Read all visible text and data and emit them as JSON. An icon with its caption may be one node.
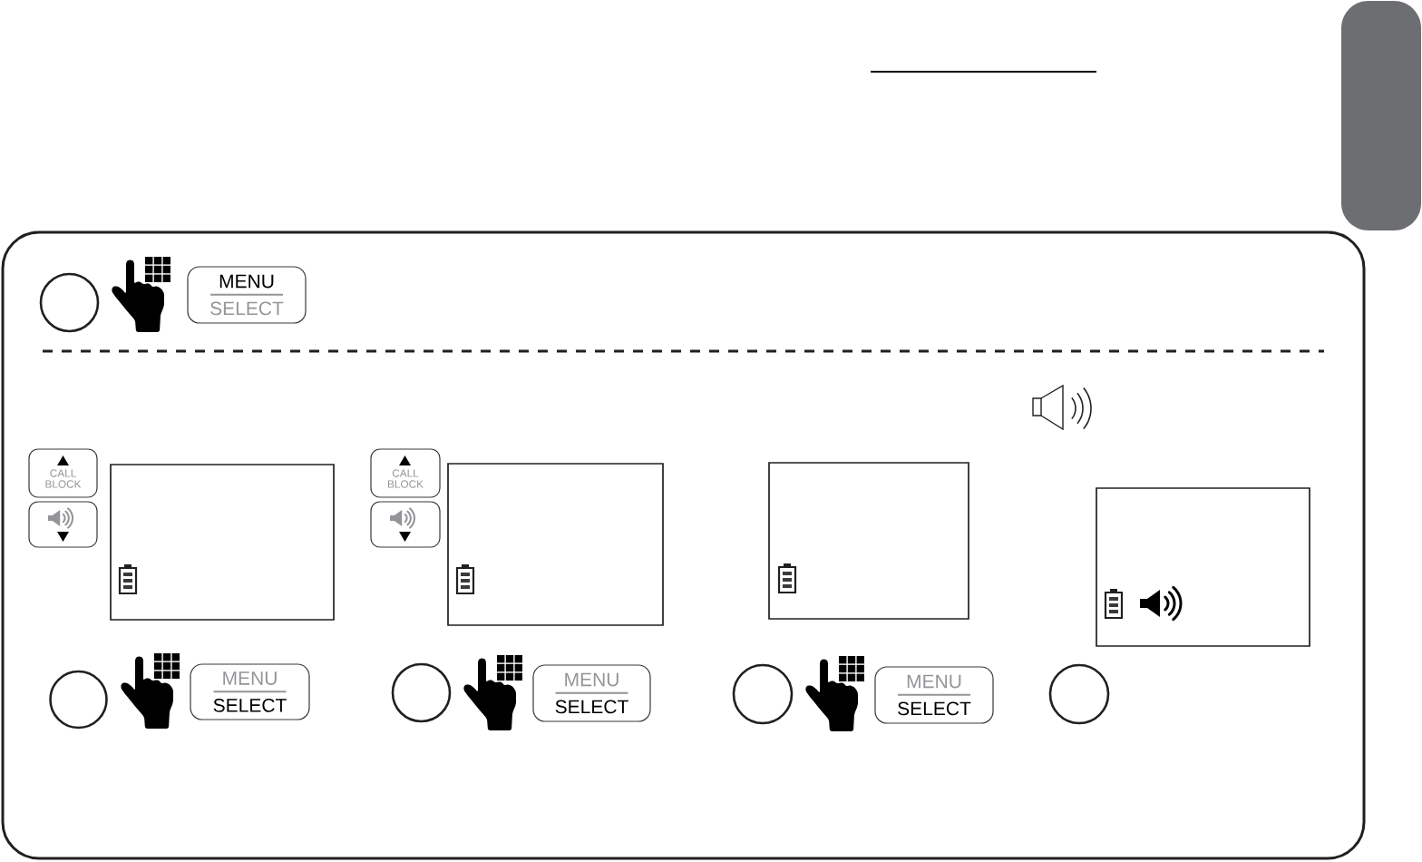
{
  "diagram": {
    "nodes": [
      {
        "text": [],
        "shape": "box"
      },
      {
        "text": [],
        "shape": "circle",
        "in": 0
      },
      {
        "text": [
          "MENU",
          "SELECT"
        ],
        "in": 0
      },
      {
        "text": [
          "CALL BLOCK"
        ],
        "in": 0
      },
      {
        "text": [],
        "shape": "box",
        "in": 0
      },
      {
        "text": [],
        "shape": "box",
        "in": 0
      },
      {
        "text": [
          "CALL BLOCK"
        ],
        "in": 0
      },
      {
        "text": [],
        "shape": "box",
        "in": 0
      },
      {
        "text": [],
        "shape": "box",
        "in": 0
      },
      {
        "text": [],
        "shape": "box",
        "in": 0
      },
      {
        "text": [],
        "shape": "box",
        "in": 0
      },
      {
        "text": [],
        "shape": "circle",
        "in": 0
      },
      {
        "text": [
          "MENU",
          "SELECT"
        ],
        "in": 0
      },
      {
        "text": [],
        "shape": "circle",
        "in": 0
      },
      {
        "text": [
          "MENU",
          "SELECT"
        ],
        "in": 0
      },
      {
        "text": [],
        "shape": "circle",
        "in": 0
      },
      {
        "text": [
          "MENU",
          "SELECT"
        ],
        "in": 0
      },
      {
        "text": [],
        "shape": "circle",
        "in": 0
      }
    ]
  }
}
